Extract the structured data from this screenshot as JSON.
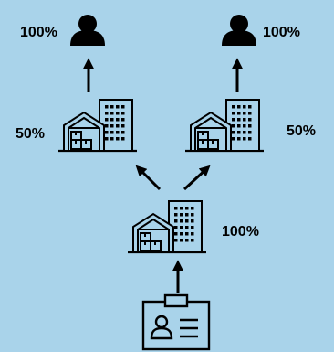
{
  "background": "#a9d3ea",
  "ink": "#000000",
  "labels": {
    "top_left_person": "100%",
    "top_right_person": "100%",
    "left_facility": "50%",
    "right_facility": "50%",
    "center_facility": "100%"
  },
  "icons": {
    "top_left_person": "person-icon",
    "top_right_person": "person-icon",
    "left_facility": "warehouse-building-icon",
    "right_facility": "warehouse-building-icon",
    "center_facility": "warehouse-building-icon",
    "source": "id-badge-icon"
  }
}
